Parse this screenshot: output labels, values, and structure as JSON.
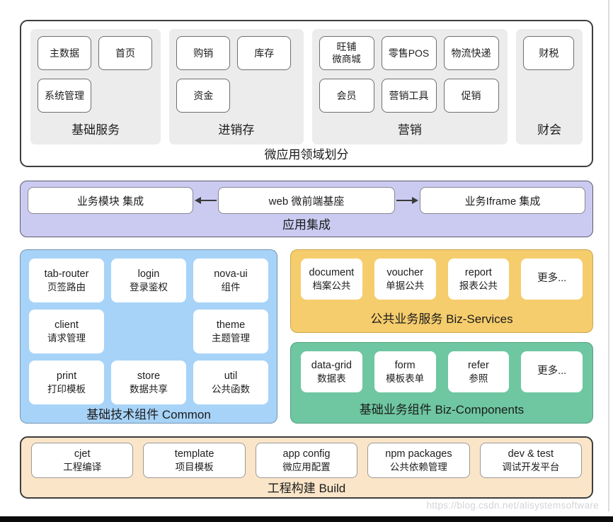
{
  "watermark": "https://blog.csdn.net/alisystemsoftware",
  "colors": {
    "domain_panel_bg": "#ececec",
    "integration_bg": "#cbcbf2",
    "common_bg": "#a7d3f8",
    "biz_services_bg": "#f6cd6d",
    "biz_components_bg": "#6ec7a0",
    "build_bg": "#fae5c8",
    "outer_border": "#3d3d3d"
  },
  "domains": {
    "label": "微应用领域划分",
    "groups": [
      {
        "label": "基础服务",
        "items": [
          {
            "l1": "主数据"
          },
          {
            "l1": "首页"
          },
          {
            "l1": "系统管理"
          }
        ]
      },
      {
        "label": "进销存",
        "items": [
          {
            "l1": "购销"
          },
          {
            "l1": "库存"
          },
          {
            "l1": "资金"
          }
        ]
      },
      {
        "label": "营销",
        "items": [
          {
            "l1": "旺铺",
            "l2": "微商城"
          },
          {
            "l1": "零售POS"
          },
          {
            "l1": "物流快递"
          },
          {
            "l1": "会员"
          },
          {
            "l1": "营销工具"
          },
          {
            "l1": "促销"
          }
        ]
      },
      {
        "label": "财会",
        "items": [
          {
            "l1": "财税"
          }
        ]
      }
    ]
  },
  "integration": {
    "label": "应用集成",
    "left": "业务模块 集成",
    "center": "web 微前端基座",
    "right": "业务Iframe 集成"
  },
  "common": {
    "label": "基础技术组件 Common",
    "items": [
      {
        "l1": "tab-router",
        "l2": "页签路由"
      },
      {
        "l1": "login",
        "l2": "登录鉴权"
      },
      {
        "l1": "nova-ui",
        "l2": "组件"
      },
      {
        "l1": "client",
        "l2": "请求管理"
      },
      {
        "l1": "theme",
        "l2": "主题管理"
      },
      {
        "l1": "print",
        "l2": "打印模板"
      },
      {
        "l1": "store",
        "l2": "数据共享"
      },
      {
        "l1": "util",
        "l2": "公共函数"
      }
    ]
  },
  "biz_services": {
    "label": "公共业务服务 Biz-Services",
    "items": [
      {
        "l1": "document",
        "l2": "档案公共"
      },
      {
        "l1": "voucher",
        "l2": "单据公共"
      },
      {
        "l1": "report",
        "l2": "报表公共"
      },
      {
        "l1": "更多..."
      }
    ]
  },
  "biz_components": {
    "label": "基础业务组件 Biz-Components",
    "items": [
      {
        "l1": "data-grid",
        "l2": "数据表"
      },
      {
        "l1": "form",
        "l2": "模板表单"
      },
      {
        "l1": "refer",
        "l2": "参照"
      },
      {
        "l1": "更多..."
      }
    ]
  },
  "build": {
    "label": "工程构建 Build",
    "items": [
      {
        "l1": "cjet",
        "l2": "工程编译"
      },
      {
        "l1": "template",
        "l2": "项目模板"
      },
      {
        "l1": "app config",
        "l2": "微应用配置"
      },
      {
        "l1": "npm packages",
        "l2": "公共依赖管理"
      },
      {
        "l1": "dev & test",
        "l2": "调试开发平台"
      }
    ]
  }
}
